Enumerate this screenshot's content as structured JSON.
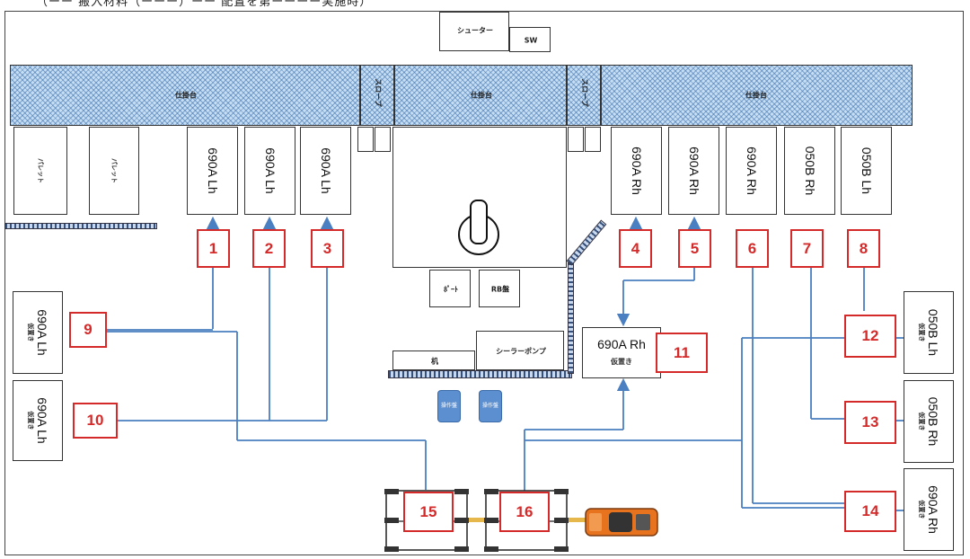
{
  "header_clip": "（ーー 搬入材料（ーーー）ーー 配置を第ーーーー実施時）",
  "shooter": {
    "label": "シューター",
    "sw": "SW"
  },
  "band_labels": [
    "仕掛台",
    "仕掛台",
    "仕掛台"
  ],
  "slope_labels": [
    "スロープ",
    "スロープ"
  ],
  "pallet_labels": [
    "パレット",
    "パレット"
  ],
  "left_parts": [
    "690A Lh",
    "690A Lh",
    "690A Lh"
  ],
  "right_parts": [
    "690A Rh",
    "690A Rh",
    "690A Rh",
    "050B Rh",
    "050B Lh"
  ],
  "center": {
    "box_a": "ﾎﾟｰﾄ",
    "box_b": "RB盤",
    "sealer_pump": "シーラーポンプ",
    "desk": "机",
    "btn_a": "操作盤",
    "btn_b": "操作盤"
  },
  "center_part": {
    "name": "690A Rh",
    "sub": "仮置き"
  },
  "left_side": [
    {
      "name": "690A Lh",
      "sub": "仮置き"
    },
    {
      "name": "690A Lh",
      "sub": "仮置き"
    }
  ],
  "right_side": [
    {
      "name": "050B Lh",
      "sub": "仮置き"
    },
    {
      "name": "050B Rh",
      "sub": "仮置き"
    },
    {
      "name": "690A Rh",
      "sub": "仮置き"
    }
  ],
  "numbers": [
    "1",
    "2",
    "3",
    "4",
    "5",
    "6",
    "7",
    "8",
    "9",
    "10",
    "11",
    "12",
    "13",
    "14",
    "15",
    "16"
  ],
  "colors": {
    "line": "#4a7fc1",
    "marker": "#d42a2a",
    "hatch": "#c6def4",
    "vehicle": "#e8731f"
  },
  "icons": [
    "forklift-icon",
    "cart-icon",
    "cart-icon"
  ]
}
